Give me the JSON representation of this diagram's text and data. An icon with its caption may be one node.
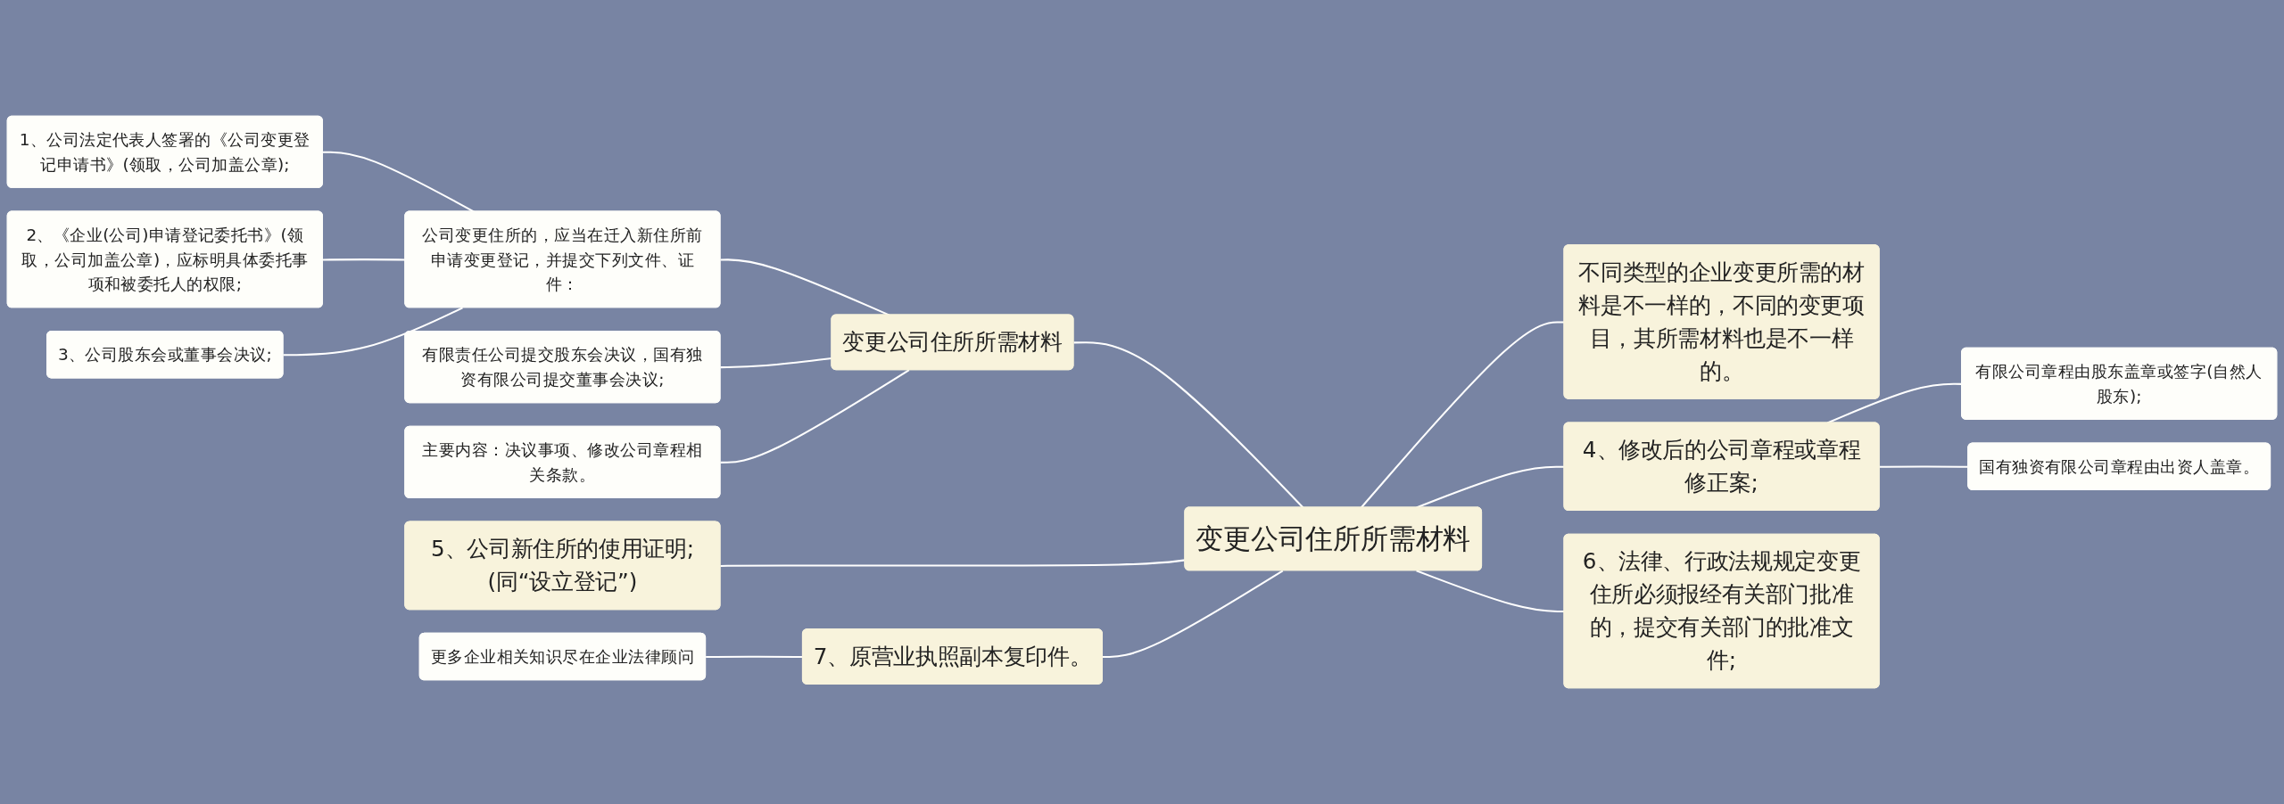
{
  "diagram": {
    "nodes": [
      {
        "text": [
          "变更公司住所所需材料"
        ]
      },
      {
        "text": [
          "变更公司住所所需材料"
        ]
      },
      {
        "text": [
          "公司变更住所的，应当在迁入新住所前申请变更登记，并提交下列文件、证件："
        ]
      },
      {
        "text": [
          "1、公司法定代表人签署的《公司变更登记申请书》(领取，公司加盖公章);"
        ]
      },
      {
        "text": [
          "2、《企业(公司)申请登记委托书》(领取，公司加盖公章)，应标明具体委托事项和被委托人的权限;"
        ]
      },
      {
        "text": [
          "3、公司股东会或董事会决议;"
        ]
      },
      {
        "text": [
          "有限责任公司提交股东会决议，国有独资有限公司提交董事会决议;"
        ]
      },
      {
        "text": [
          "主要内容：决议事项、修改公司章程相关条款。"
        ]
      },
      {
        "text": [
          "5、公司新住所的使用证明;(同“设立登记”)"
        ]
      },
      {
        "text": [
          "7、原营业执照副本复印件。"
        ]
      },
      {
        "text": [
          "更多企业相关知识尽在企业法律顾问"
        ]
      },
      {
        "text": [
          "不同类型的企业变更所需的材料是不一样的，不同的变更项目，其所需材料也是不一样的。"
        ]
      },
      {
        "text": [
          "4、修改后的公司章程或章程修正案;"
        ]
      },
      {
        "text": [
          "有限公司章程由股东盖章或签字(自然人股东);"
        ]
      },
      {
        "text": [
          "国有独资有限公司章程由出资人盖章。"
        ]
      },
      {
        "text": [
          "6、法律、行政法规规定变更住所必须报经有关部门批准的，提交有关部门的批准文件;"
        ]
      }
    ],
    "edges": [
      {
        "from": 0,
        "to": 1,
        "arrow": "none"
      },
      {
        "from": 1,
        "to": 2,
        "arrow": "none"
      },
      {
        "from": 2,
        "to": 3,
        "arrow": "none"
      },
      {
        "from": 2,
        "to": 4,
        "arrow": "none"
      },
      {
        "from": 2,
        "to": 5,
        "arrow": "none"
      },
      {
        "from": 1,
        "to": 6,
        "arrow": "none"
      },
      {
        "from": 1,
        "to": 7,
        "arrow": "none"
      },
      {
        "from": 0,
        "to": 8,
        "arrow": "none"
      },
      {
        "from": 0,
        "to": 9,
        "arrow": "none"
      },
      {
        "from": 9,
        "to": 10,
        "arrow": "none"
      },
      {
        "from": 0,
        "to": 11,
        "arrow": "none"
      },
      {
        "from": 0,
        "to": 12,
        "arrow": "none"
      },
      {
        "from": 12,
        "to": 13,
        "arrow": "none"
      },
      {
        "from": 12,
        "to": 14,
        "arrow": "none"
      },
      {
        "from": 0,
        "to": 15,
        "arrow": "none"
      }
    ]
  }
}
